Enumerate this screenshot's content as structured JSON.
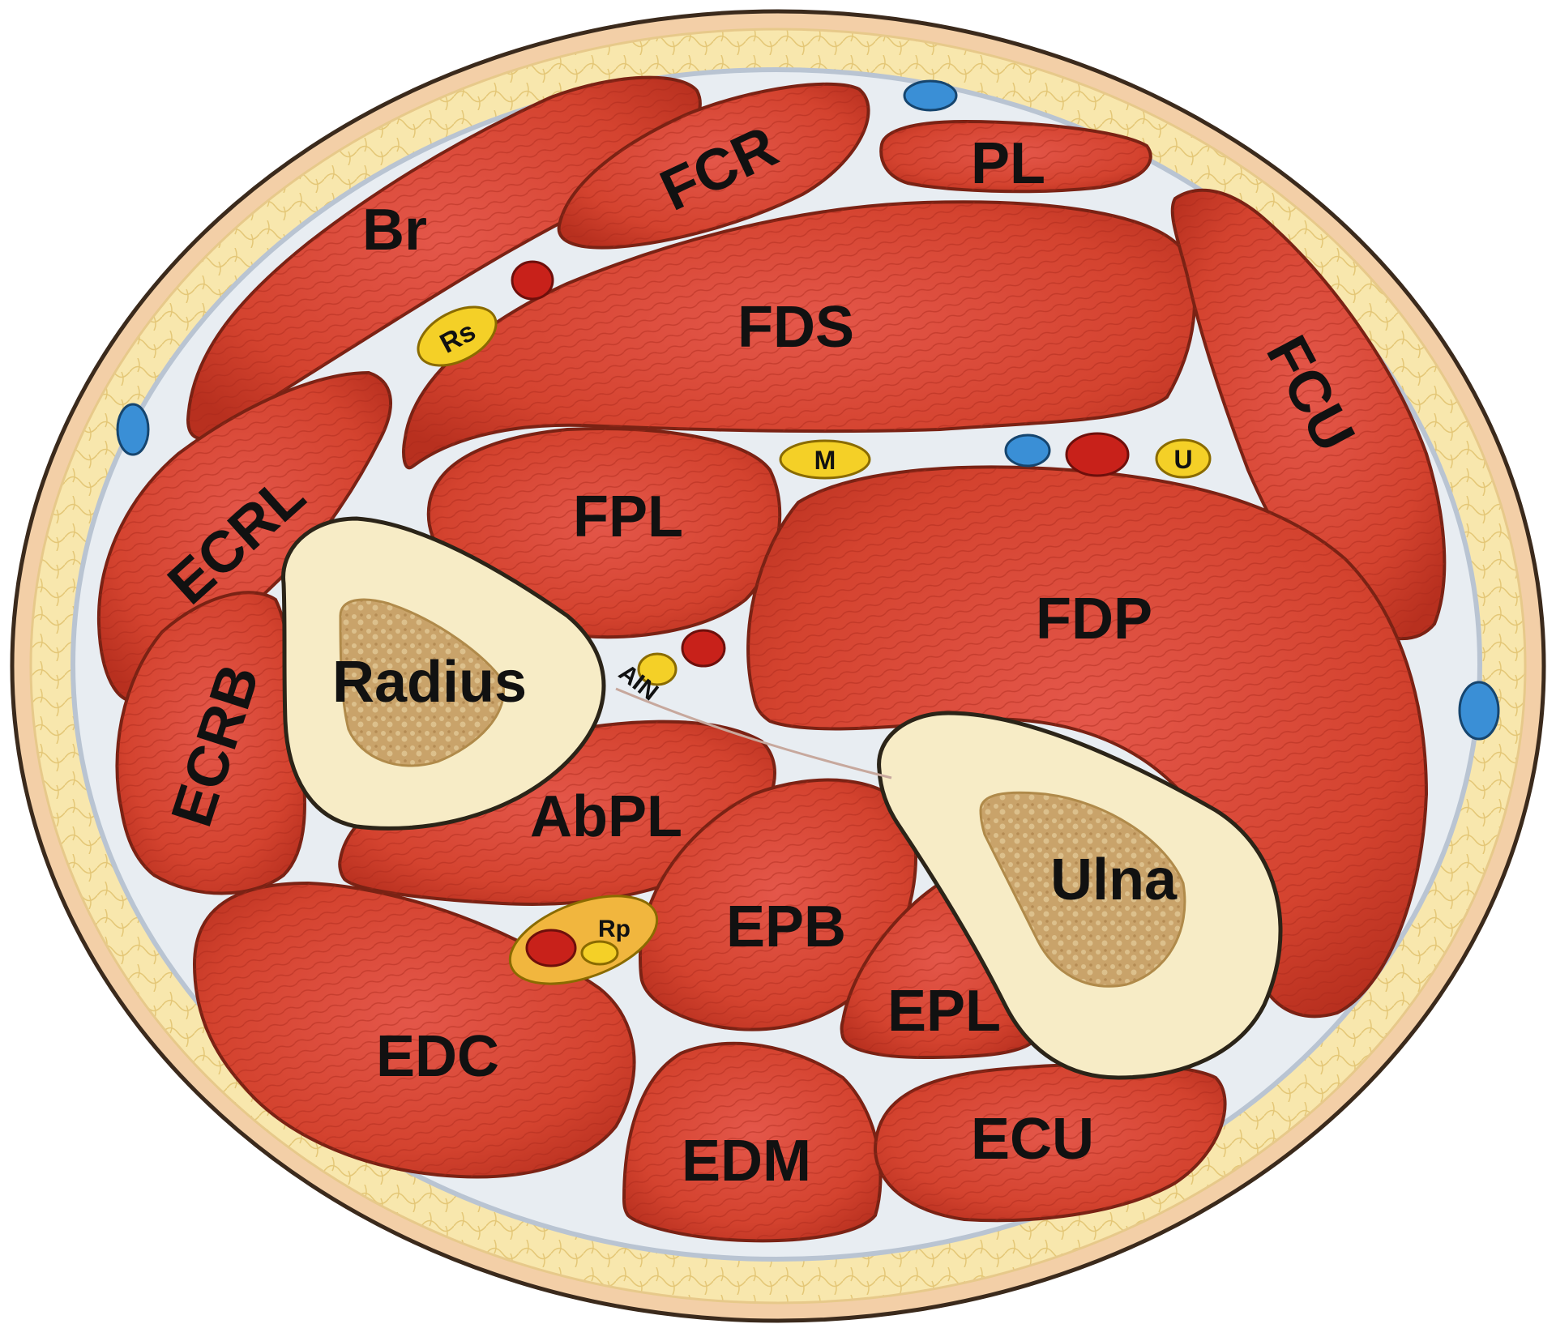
{
  "colors": {
    "muscle": "#d9483a",
    "muscle_dark": "#b8301f",
    "fascia": "#e9eef3",
    "fat": "#f7e6a8",
    "skin": "#f4c9a8",
    "bone_cortex": "#f7ecc6",
    "bone_marrow": "#c9a36a",
    "nerve": "#f4d027",
    "artery": "#c8211a",
    "vein": "#3a8fd6"
  },
  "muscles": {
    "br": "Br",
    "fcr": "FCR",
    "pl": "PL",
    "fds": "FDS",
    "fcu": "FCU",
    "ecrl": "ECRL",
    "fpl": "FPL",
    "fdp": "FDP",
    "ecrb": "ECRB",
    "abpl": "AbPL",
    "epb": "EPB",
    "epl": "EPL",
    "edc": "EDC",
    "edm": "EDM",
    "ecu": "ECU"
  },
  "bones": {
    "radius": "Radius",
    "ulna": "Ulna"
  },
  "structures": {
    "rs": "Rs",
    "m": "M",
    "u": "U",
    "ain": "AIN",
    "rp": "Rp"
  }
}
